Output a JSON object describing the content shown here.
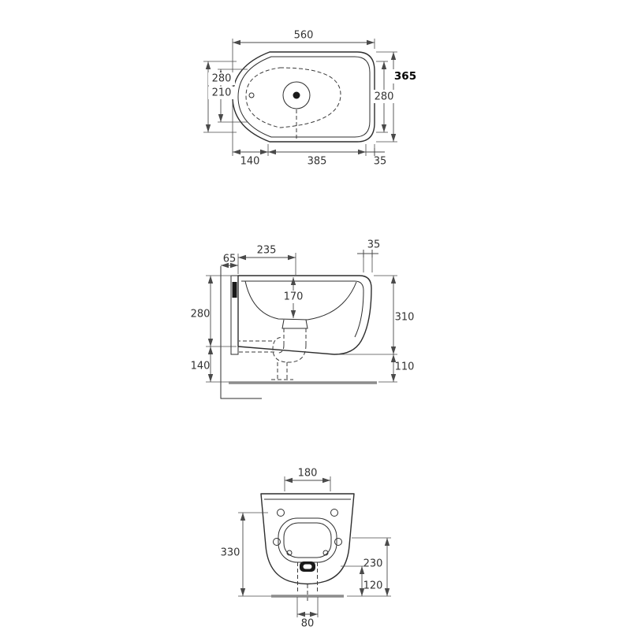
{
  "drawing": {
    "colors": {
      "object_line": "#2e2e2e",
      "dimension_line": "#4a4a4a",
      "floor_line": "#8c8c8c",
      "background": "#ffffff"
    }
  },
  "views": {
    "top": {
      "dims": {
        "overall_width": "560",
        "overall_depth": "365",
        "left_outer": "280",
        "left_inner": "210",
        "right_inner": "280",
        "bottom_left": "140",
        "bottom_center": "385",
        "bottom_right": "35"
      }
    },
    "side": {
      "dims": {
        "front_rim": "35",
        "spout_from_wall": "235",
        "wall_offset": "65",
        "bowl_depth": "170",
        "back_height": "280",
        "front_height": "310",
        "back_clearance": "140",
        "front_clearance": "110"
      }
    },
    "front": {
      "dims": {
        "top_width": "180",
        "overall_height": "330",
        "lower_height": "230",
        "drain_height": "120",
        "drain_width": "80"
      }
    }
  }
}
